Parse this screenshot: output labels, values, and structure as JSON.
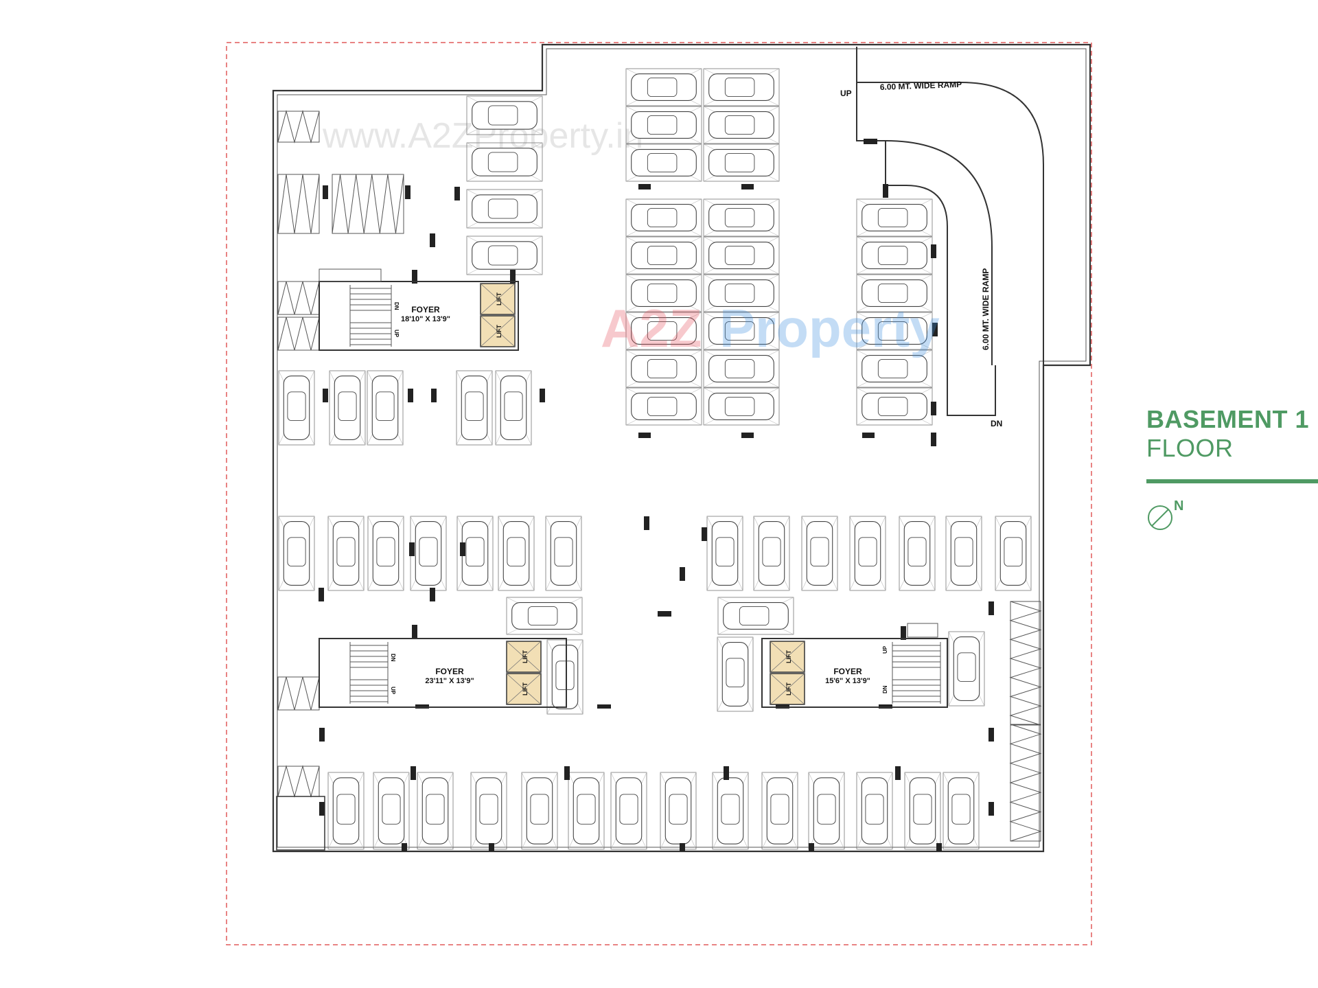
{
  "watermark_top": "www.A2ZProperty.in",
  "watermark_center": {
    "part_a": "A2Z",
    "part_b": "Property",
    "colors": [
      "#e8505b",
      "#3b8fe0",
      "#f2c13a",
      "#4cb05a"
    ]
  },
  "title": {
    "line1": "BASEMENT 1",
    "line2": "FLOOR",
    "north_label": "N",
    "accent_color": "#4f9a63"
  },
  "ramp": {
    "up_label": "UP",
    "down_label": "DN",
    "top_label": "6.00 MT. WIDE RAMP",
    "side_label": "6.00 MT. WIDE RAMP"
  },
  "cores": [
    {
      "foyer_label": "FOYER",
      "foyer_size": "18'10\" X 13'9\"",
      "lift_label": "LIFT",
      "stair_up": "UP",
      "stair_dn": "DN"
    },
    {
      "foyer_label": "FOYER",
      "foyer_size": "23'11\" X 13'9\"",
      "lift_label": "LIFT",
      "stair_up": "UP",
      "stair_dn": "DN"
    },
    {
      "foyer_label": "FOYER",
      "foyer_size": "15'6\" X 13'9\"",
      "lift_label": "LIFT",
      "stair_up": "UP",
      "stair_dn": "DN"
    }
  ],
  "colors": {
    "line": "#333333",
    "property_line": "#e05a5a",
    "lift_fill": "#f2dfb5"
  }
}
